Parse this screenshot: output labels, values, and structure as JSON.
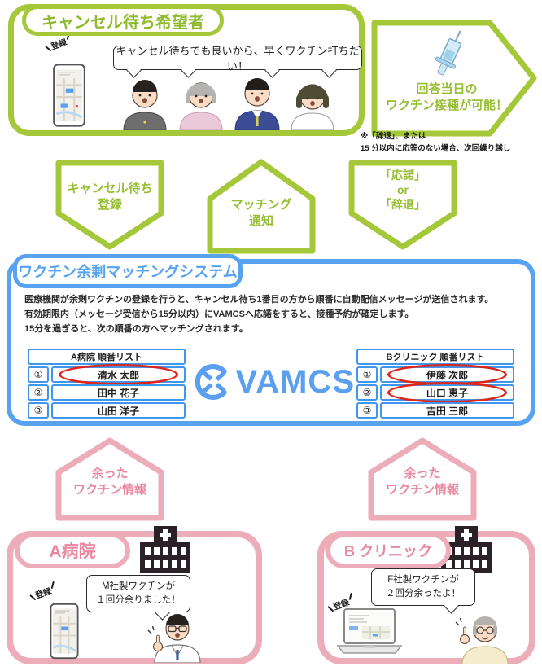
{
  "colors": {
    "green": "#a5c73a",
    "blue": "#57a3f0",
    "pink_border": "#ecacba",
    "pink_text": "#e9879f",
    "red_circle": "#e02418"
  },
  "top_box": {
    "title": "キャンセル待ち希望者",
    "register_label": "登録",
    "speech": "キャンセル待ちでも良いから、早くワクチン打ちたい！"
  },
  "result_arrow": {
    "line1": "回答当日の",
    "line2": "ワクチン接種が可能！",
    "note_line1": "※「辞退」、または",
    "note_line2": "15 分以内に応答のない場合、次回繰り越し"
  },
  "flow_arrows": {
    "cancel_register": {
      "line1": "キャンセル待ち",
      "line2": "登録"
    },
    "matching_notice": {
      "line1": "マッチング",
      "line2": "通知"
    },
    "accept_decline": {
      "line1": "「応諾」",
      "line2": "or",
      "line3": "「辞退」"
    }
  },
  "system_box": {
    "title": "ワクチン余剰マッチングシステム",
    "desc_line1": "医療機関が余剰ワクチンの登録を行うと、キャンセル待ち1番目の方から順番に自動配信メッセージが送信されます。",
    "desc_line2": "有効期限内（メッセージ受信から15分以内）にVAMCSへ応諾をすると、接種予約が確定します。",
    "desc_line3": "15分を過ぎると、次の順番の方へマッチングされます。",
    "logo_text": "VAMCS",
    "table_a": {
      "header": "A病院 順番リスト",
      "rows": [
        {
          "no": "①",
          "name": "清水 太郎"
        },
        {
          "no": "②",
          "name": "田中 花子"
        },
        {
          "no": "③",
          "name": "山田 洋子"
        }
      ]
    },
    "table_b": {
      "header": "Bクリニック 順番リスト",
      "rows": [
        {
          "no": "①",
          "name": "伊藤 次郎"
        },
        {
          "no": "②",
          "name": "山口 恵子"
        },
        {
          "no": "③",
          "name": "吉田 三郎"
        }
      ]
    }
  },
  "surplus_left": {
    "line1": "余った",
    "line2": "ワクチン情報"
  },
  "surplus_right": {
    "line1": "余った",
    "line2": "ワクチン情報"
  },
  "hospital_a": {
    "title": "A病院",
    "register_label": "登録",
    "speech_line1": "M社製ワクチンが",
    "speech_line2": "１回分余りました！"
  },
  "clinic_b": {
    "title": "B クリニック",
    "register_label": "登録",
    "speech_line1": "F社製ワクチンが",
    "speech_line2": "２回分余ったよ！"
  }
}
